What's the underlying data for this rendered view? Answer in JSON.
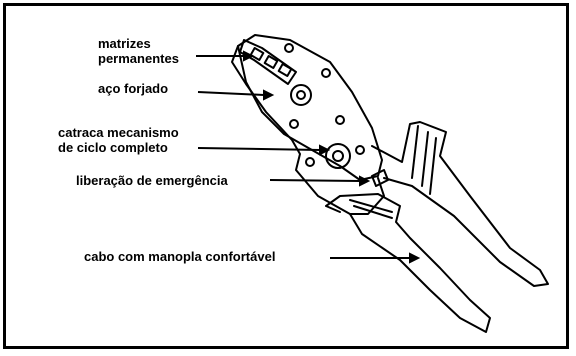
{
  "labels": {
    "matrizes_line1": "matrizes",
    "matrizes_line2": "permanentes",
    "aco": "aço forjado",
    "catraca_line1": "catraca mecanismo",
    "catraca_line2": "de ciclo completo",
    "liberacao": "liberação de emergência",
    "cabo": "cabo com manopla confortável"
  },
  "colors": {
    "ink": "#000000",
    "background": "#ffffff"
  }
}
